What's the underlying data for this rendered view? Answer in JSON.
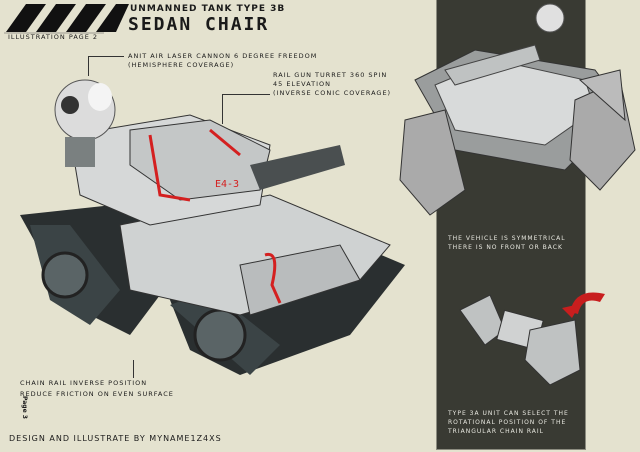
{
  "header": {
    "subtitle": "Unmanned Tank Type 3B",
    "title": "SEDAN CHAIR",
    "page_label": "Illustration page 2"
  },
  "annotations": {
    "laser": [
      "Anit air laser cannon 6 degree freedom",
      "(hemisphere coverage)"
    ],
    "railgun": [
      "rail gun turret 360 spin",
      "45 elevation",
      "(inverse conic coverage)"
    ],
    "chain": [
      "chain rail inverse position",
      "reduce friction on even surface"
    ]
  },
  "side_page": "Page 3",
  "credit": "Design and illustrate by myname1z4xs",
  "panel": {
    "note1": [
      "The vehicle is symmetrical",
      "there is no front or back"
    ],
    "note2": [
      "Type 3a unit can select the",
      "rotational position of the",
      "triangular chain rail"
    ]
  },
  "tank_marking": "E4-3",
  "colors": {
    "background": "#e4e2cf",
    "panel": "#393a33",
    "accent": "#d42020"
  }
}
